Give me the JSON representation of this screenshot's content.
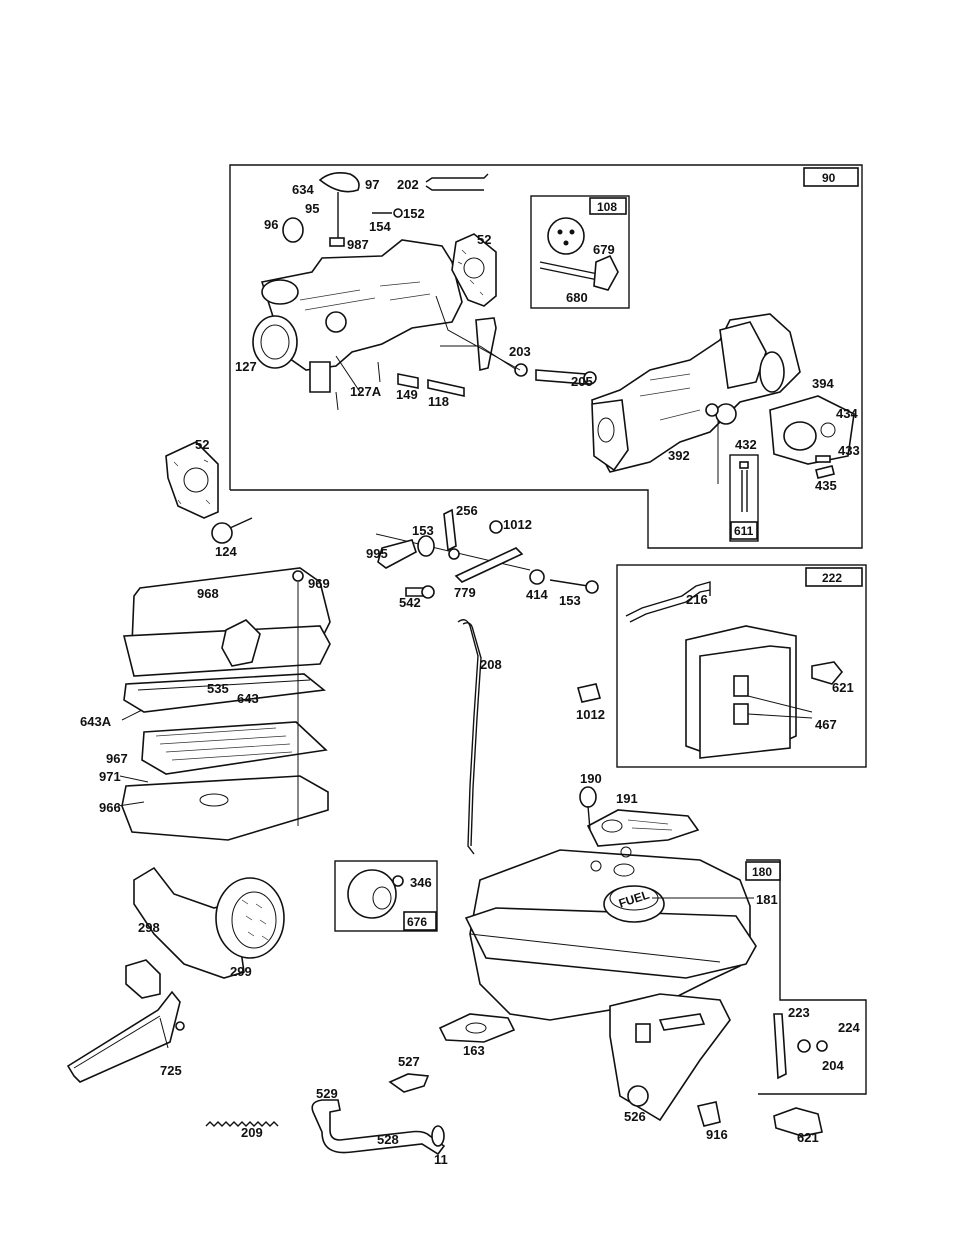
{
  "diagram": {
    "groups": {
      "carburetor_group": "90",
      "primer_group": "108",
      "control_group": "222",
      "fuel_tank_group": "180",
      "choke_group": "676",
      "linkage_group": "611"
    },
    "labels": {
      "p634": "634",
      "p97": "97",
      "p202": "202",
      "p95": "95",
      "p96": "96",
      "p152": "152",
      "p154": "154",
      "p987": "987",
      "p52a": "52",
      "p127": "127",
      "p127A": "127A",
      "p149": "149",
      "p118": "118",
      "p203": "203",
      "p205": "205",
      "p679": "679",
      "p680": "680",
      "p394": "394",
      "p434": "434",
      "p433": "433",
      "p432": "432",
      "p392": "392",
      "p435": "435",
      "p52b": "52",
      "p124": "124",
      "p256": "256",
      "p153a": "153",
      "p1012a": "1012",
      "p995": "995",
      "p779": "779",
      "p542": "542",
      "p414": "414",
      "p153b": "153",
      "p969": "969",
      "p968": "968",
      "p535": "535",
      "p643": "643",
      "p643A": "643A",
      "p967": "967",
      "p971": "971",
      "p966": "966",
      "p208": "208",
      "p216": "216",
      "p621a": "621",
      "p1012b": "1012",
      "p467": "467",
      "p190": "190",
      "p191": "191",
      "p181": "181",
      "p346": "346",
      "p298": "298",
      "p299": "299",
      "p725": "725",
      "p163": "163",
      "p527": "527",
      "p529": "529",
      "p528": "528",
      "p11": "11",
      "p209": "209",
      "p223": "223",
      "p224": "224",
      "p204": "204",
      "p526": "526",
      "p916": "916",
      "p621b": "621"
    },
    "fuel_cap_text": "FUEL"
  }
}
